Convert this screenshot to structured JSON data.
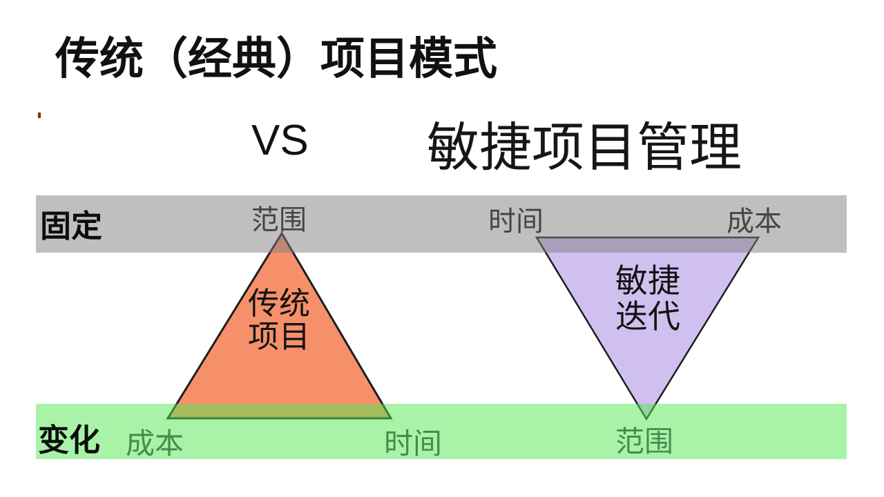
{
  "titles": {
    "left": "传统（经典）项目模式",
    "vs": "VS",
    "right": "敏捷项目管理"
  },
  "rows": {
    "fixed_label": "固定",
    "variable_label": "变化"
  },
  "traditional_triangle": {
    "name_line1": "传统",
    "name_line2": "项目",
    "top_vertex": "范围",
    "bottom_left_vertex": "成本",
    "bottom_right_vertex": "时间"
  },
  "agile_triangle": {
    "name_line1": "敏捷",
    "name_line2": "迭代",
    "top_left_vertex": "时间",
    "top_right_vertex": "成本",
    "bottom_vertex": "范围"
  },
  "colors": {
    "traditional_fill": "#f6906a",
    "agile_fill": "#cfc0f0",
    "triangle_outline": "#1c1c1c",
    "fixed_band_overlay": "#7f7f7f80",
    "variable_band_overlay": "#54e85480",
    "fixed_band_on_white": "#bfbfbf",
    "variable_band_on_white": "#aaf2aa",
    "top_vertex_text": "#454545",
    "bottom_vertex_text": "#468c4e",
    "title_text": "#111111"
  }
}
